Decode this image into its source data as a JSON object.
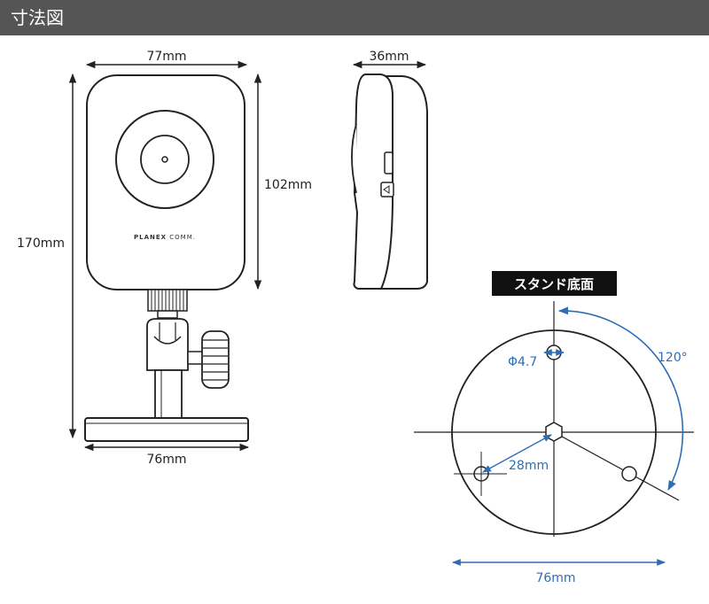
{
  "header": {
    "title": "寸法図"
  },
  "front_view": {
    "width_label": "77mm",
    "total_height_label": "170mm",
    "body_height_label": "102mm",
    "base_width_label": "76mm",
    "brand_bold": "PLANEX",
    "brand_light": "COMM."
  },
  "side_view": {
    "depth_label": "36mm"
  },
  "stand_bottom": {
    "title": "スタンド底面",
    "hole_diameter_label": "Φ4.7",
    "angle_label": "120°",
    "radius_label": "28mm",
    "diameter_label": "76mm"
  },
  "colors": {
    "header_bg": "#555555",
    "dimension_blue": "#2e6db4",
    "outline": "#222222"
  }
}
